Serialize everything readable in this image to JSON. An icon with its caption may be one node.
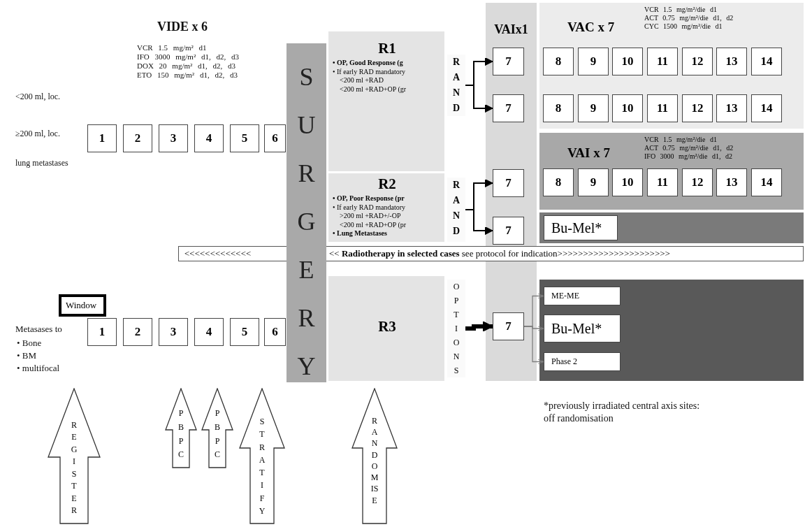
{
  "diagram": {
    "nodes": [
      {
        "text": [
          "SURGERY"
        ]
      },
      {
        "text": [
          "1"
        ]
      },
      {
        "text": [
          "2"
        ]
      },
      {
        "text": [
          "3"
        ]
      },
      {
        "text": [
          "4"
        ]
      },
      {
        "text": [
          "5"
        ]
      },
      {
        "text": [
          "6"
        ]
      },
      {
        "text": [
          "R1",
          "• OP, Good Response (g",
          "• If early RAD mandatory",
          "<200 ml +RAD",
          "<200 ml +RAD+OP (gr"
        ]
      },
      {
        "text": [
          "RAND"
        ]
      },
      {
        "text": [
          "R2",
          "• OP, Poor Response (pr",
          "• If early RAD mandatory",
          ">200 ml +RAD+/-OP",
          "<200 ml +RAD+OP (pr",
          "• Lung Metastases"
        ]
      },
      {
        "text": [
          "RAND"
        ]
      },
      {
        "text": [
          "R3"
        ]
      },
      {
        "text": [
          "OPTIONS"
        ]
      },
      {
        "text": [
          "VAIx1"
        ]
      },
      {
        "text": [
          "7"
        ],
        "in": 13
      },
      {
        "text": [
          "7"
        ],
        "in": 13
      },
      {
        "text": [
          "7"
        ],
        "in": 13
      },
      {
        "text": [
          "7"
        ],
        "in": 13
      },
      {
        "text": [
          "7"
        ],
        "in": 13
      },
      {
        "text": [
          "VAC x 7",
          "VCR 1.5 mg/m²/die d1",
          "ACT 0.75 mg/m²/die d1, d2",
          "CYC 1500 mg/m²/die d1"
        ]
      },
      {
        "text": [
          "8"
        ],
        "in": 19
      },
      {
        "text": [
          "9"
        ],
        "in": 19
      },
      {
        "text": [
          "10"
        ],
        "in": 19
      },
      {
        "text": [
          "11"
        ],
        "in": 19
      },
      {
        "text": [
          "12"
        ],
        "in": 19
      },
      {
        "text": [
          "13"
        ],
        "in": 19
      },
      {
        "text": [
          "14"
        ],
        "in": 19
      },
      {
        "text": [
          "8"
        ],
        "in": 19
      },
      {
        "text": [
          "9"
        ],
        "in": 19
      },
      {
        "text": [
          "10"
        ],
        "in": 19
      },
      {
        "text": [
          "11"
        ],
        "in": 19
      },
      {
        "text": [
          "12"
        ],
        "in": 19
      },
      {
        "text": [
          "13"
        ],
        "in": 19
      },
      {
        "text": [
          "14"
        ],
        "in": 19
      },
      {
        "text": [
          "VAI x 7",
          "VCR 1.5 mg/m²/die d1",
          "ACT 0.75 mg/m²/die d1, d2",
          "IFO 3000 mg/m²/die d1, d2"
        ]
      },
      {
        "text": [
          "8"
        ],
        "in": 34
      },
      {
        "text": [
          "9"
        ],
        "in": 34
      },
      {
        "text": [
          "10"
        ],
        "in": 34
      },
      {
        "text": [
          "11"
        ],
        "in": 34
      },
      {
        "text": [
          "12"
        ],
        "in": 34
      },
      {
        "text": [
          "13"
        ],
        "in": 34
      },
      {
        "text": [
          "14"
        ],
        "in": 34
      },
      {
        "text": [],
        "shape": "box"
      },
      {
        "text": [
          "Bu-Mel*"
        ],
        "in": 42
      },
      {
        "text": [],
        "shape": "box"
      },
      {
        "text": [
          "ME-ME"
        ],
        "in": 44
      },
      {
        "text": [
          "Bu-Mel*"
        ],
        "in": 44
      },
      {
        "text": [
          "Phase 2"
        ],
        "in": 44
      },
      {
        "text": [
          "<<<<<<<<<<<<<",
          "<< **Radiotherapy in selected cases** see protocol for indication>>>>>>>>>>>>>>>>>>>>>>"
        ]
      },
      {
        "text": [
          "Window"
        ]
      },
      {
        "text": [
          "1"
        ]
      },
      {
        "text": [
          "2"
        ]
      },
      {
        "text": [
          "3"
        ]
      },
      {
        "text": [
          "4"
        ]
      },
      {
        "text": [
          "5"
        ]
      },
      {
        "text": [
          "6"
        ]
      },
      {
        "text": [
          "REGISTER"
        ]
      },
      {
        "text": [
          "PBPC"
        ]
      },
      {
        "text": [
          "PBPC"
        ]
      },
      {
        "text": [
          "STRATIFY"
        ]
      },
      {
        "text": [
          "RANDOMISE"
        ]
      }
    ],
    "edges": [
      {
        "from": 8,
        "to": 14,
        "arrow": "to"
      },
      {
        "from": 8,
        "to": 15,
        "arrow": "to"
      },
      {
        "from": 10,
        "to": 16,
        "arrow": "to"
      },
      {
        "from": 10,
        "to": 17,
        "arrow": "to"
      },
      {
        "from": 12,
        "to": 18,
        "arrow": "to",
        "style": "thick"
      },
      {
        "from": 18,
        "to": 45,
        "arrow": "to",
        "color": "#808080"
      },
      {
        "from": 18,
        "to": 46,
        "arrow": "to",
        "color": "#808080"
      },
      {
        "from": 18,
        "to": 47,
        "arrow": "to",
        "color": "#808080"
      }
    ],
    "labels": [
      "VIDE x 6",
      "VCR 1.5 mg/m² d1",
      "IFO 3000 mg/m² d1, d2, d3",
      "DOX 20 mg/m² d1, d2, d3",
      "ETO 150 mg/m² d1, d2, d3",
      "<200 ml, loc.",
      "≥200 ml, loc.",
      "lung metastases",
      "Metasases to",
      "• Bone",
      "• BM",
      "• multifocal",
      "*previously irradiated central axis sites: off randomisation"
    ]
  }
}
